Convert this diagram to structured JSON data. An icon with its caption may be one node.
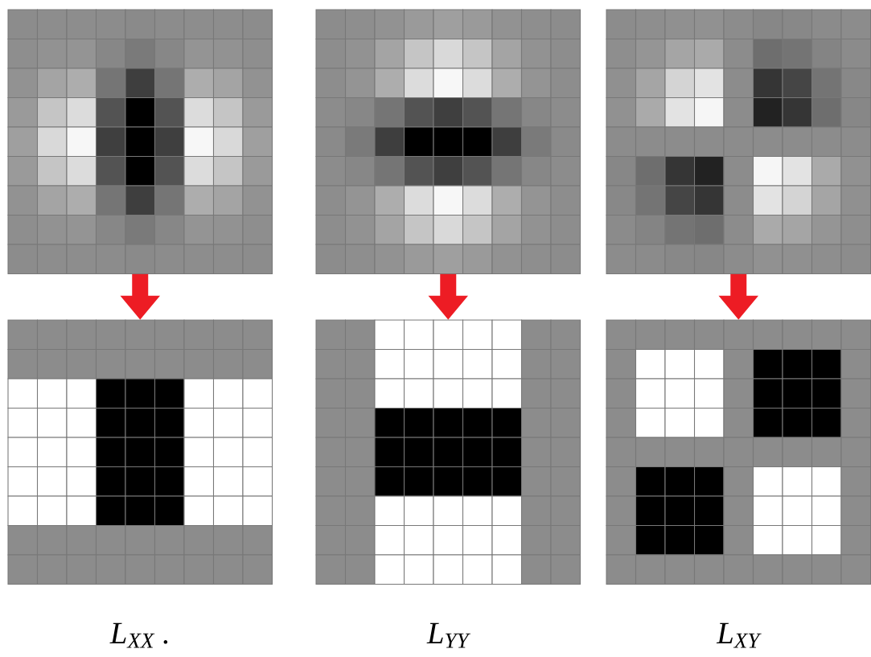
{
  "diagram": {
    "nodes": [
      {
        "text": [],
        "shape": "picture"
      },
      {
        "text": [],
        "shape": "picture"
      },
      {
        "text": [],
        "shape": "picture"
      },
      {
        "text": [],
        "shape": "picture",
        "beside": [
          "L$_{XX}$ ."
        ]
      },
      {
        "text": [],
        "shape": "picture",
        "beside": [
          "L$_{YY}$"
        ]
      },
      {
        "text": [],
        "shape": "picture",
        "beside": [
          "L$_{XY}$"
        ]
      }
    ],
    "edges": [
      {
        "from": 0,
        "to": 3,
        "arrow": "to",
        "color": "#ed1c24"
      },
      {
        "from": 1,
        "to": 4,
        "arrow": "to",
        "color": "#ed1c24"
      },
      {
        "from": 2,
        "to": 5,
        "arrow": "to",
        "color": "#ed1c24"
      }
    ]
  }
}
